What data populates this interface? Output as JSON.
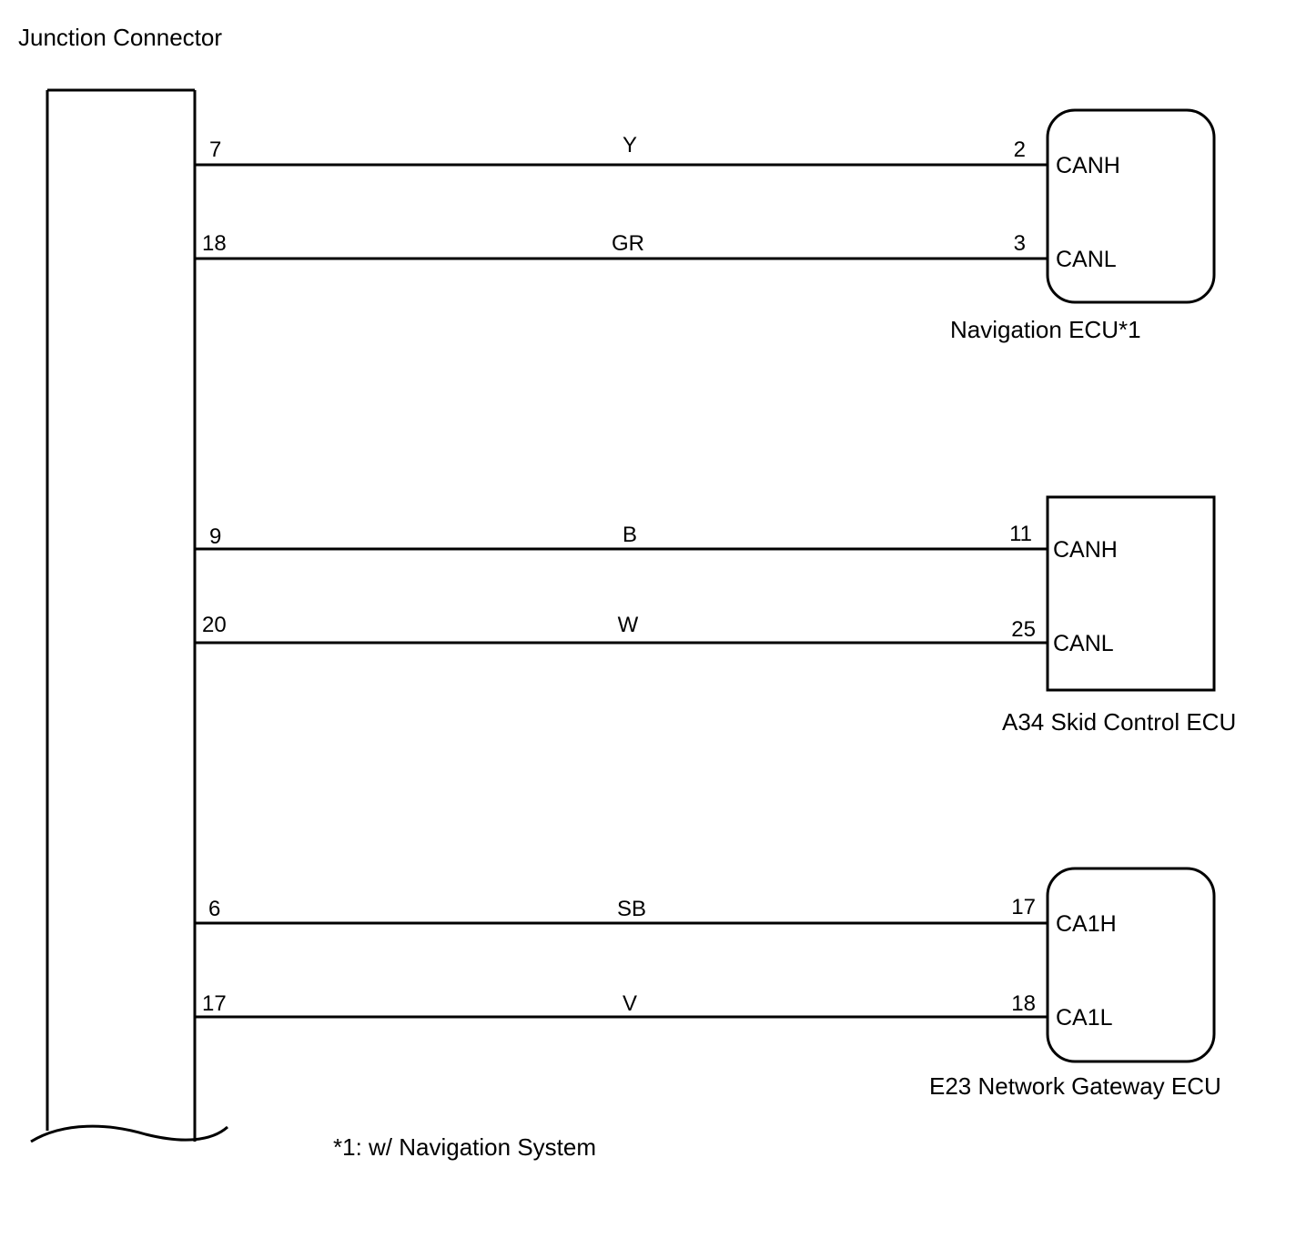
{
  "title": "Junction Connector",
  "footnote": "*1: w/ Navigation System",
  "ecus": [
    {
      "name": "Navigation ECU*1",
      "wires": [
        {
          "from_pin": "7",
          "color": "Y",
          "to_pin": "2",
          "signal": "CANH"
        },
        {
          "from_pin": "18",
          "color": "GR",
          "to_pin": "3",
          "signal": "CANL"
        }
      ]
    },
    {
      "name": "A34 Skid Control ECU",
      "wires": [
        {
          "from_pin": "9",
          "color": "B",
          "to_pin": "11",
          "signal": "CANH"
        },
        {
          "from_pin": "20",
          "color": "W",
          "to_pin": "25",
          "signal": "CANL"
        }
      ]
    },
    {
      "name": "E23 Network Gateway ECU",
      "wires": [
        {
          "from_pin": "6",
          "color": "SB",
          "to_pin": "17",
          "signal": "CA1H"
        },
        {
          "from_pin": "17",
          "color": "V",
          "to_pin": "18",
          "signal": "CA1L"
        }
      ]
    }
  ]
}
